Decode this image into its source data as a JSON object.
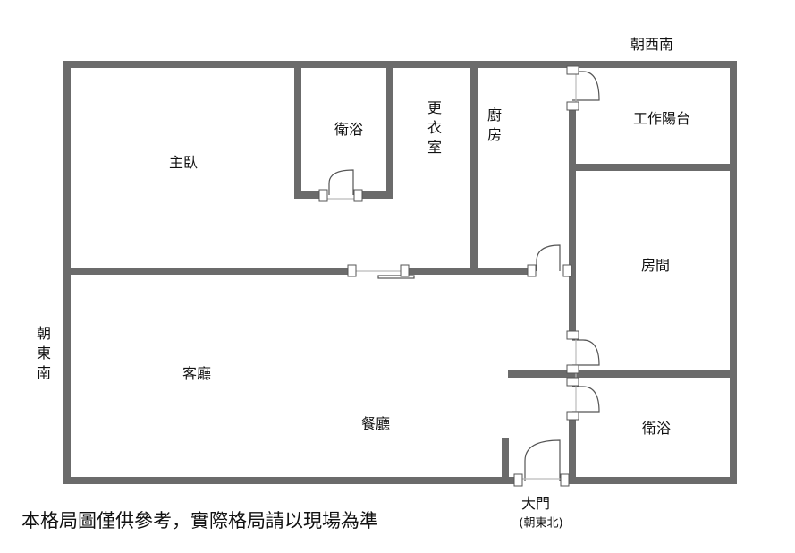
{
  "directions": {
    "top": "朝西南",
    "left": "朝東南"
  },
  "rooms": {
    "master_bedroom": "主臥",
    "master_bath": "衛浴",
    "closet": "更衣室",
    "kitchen": "廚房",
    "work_balcony": "工作陽台",
    "room": "房間",
    "living_room": "客廳",
    "dining_room": "餐廳",
    "bath": "衛浴"
  },
  "entrance": {
    "label": "大門",
    "direction": "(朝東北)"
  },
  "disclaimer": "本格局圖僅供參考，實際格局請以現場為準",
  "colors": {
    "wall": "#6b6b6b",
    "door": "#555555"
  }
}
